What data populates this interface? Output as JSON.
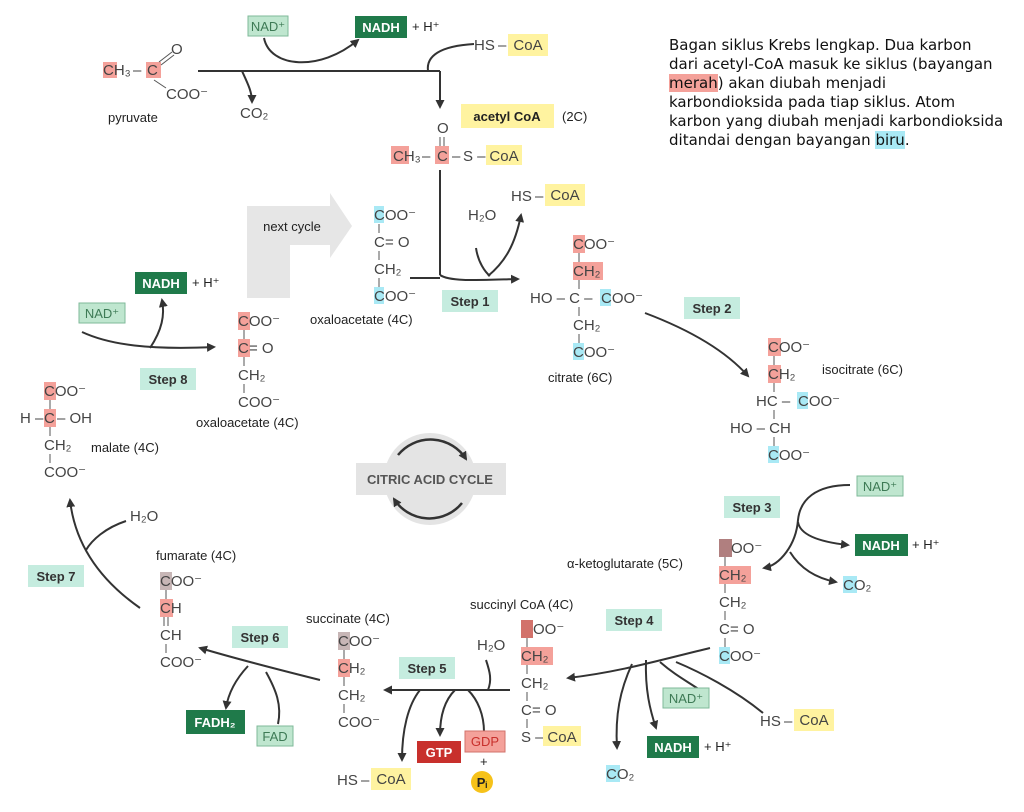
{
  "caption": {
    "part1": "Bagan siklus Krebs lengkap. Dua karbon dari acetyl-CoA masuk ke siklus (bayangan ",
    "red_word": "merah",
    "part2": ") akan diubah menjadi karbondioksida pada tiap siklus. Atom karbon yang diubah menjadi karbondioksida ditandai dengan bayangan ",
    "blue_word": "biru",
    "part3": "."
  },
  "colors": {
    "red_shade": "#f4a19a",
    "blue_shade": "#a9e9f5",
    "step_box": "#c5ecdf",
    "nadh_box": "#1f7a4a",
    "nad_box": "#bfe6cf",
    "gtp_box": "#c8302c",
    "gdp_box": "#f4a19a",
    "coa_box": "#fff3a0",
    "pi_circle": "#f6c21a"
  },
  "diagram": {
    "center": "CITRIC ACID CYCLE",
    "next_cycle": "next cycle",
    "steps": [
      "Step 1",
      "Step 2",
      "Step 3",
      "Step 4",
      "Step 5",
      "Step 6",
      "Step 7",
      "Step 8"
    ],
    "molecules": {
      "pyruvate": "pyruvate",
      "acetyl_coa": "acetyl CoA",
      "acetyl_coa_c": "(2C)",
      "oxaloacetate_top": "oxaloacetate (4C)",
      "citrate": "citrate (6C)",
      "isocitrate": "isocitrate (6C)",
      "akg": "α-ketoglutarate (5C)",
      "succinyl_coa": "succinyl CoA (4C)",
      "succinate": "succinate (4C)",
      "fumarate": "fumarate (4C)",
      "malate": "malate (4C)",
      "oxaloacetate_left": "oxaloacetate (4C)"
    },
    "cofactors": {
      "nad": "NAD⁺",
      "nadh": "NADH",
      "h_plus": "+ H⁺",
      "hs_coa": "HS-CoA",
      "hs": "HS",
      "coa": "CoA",
      "co2": "CO₂",
      "h2o": "H₂O",
      "gtp": "GTP",
      "gdp": "GDP",
      "plus": "+",
      "pi": "Pᵢ",
      "fad": "FAD",
      "fadh2": "FADH₂"
    },
    "formula": {
      "ch3": "CH₃",
      "c": "C",
      "o": "O",
      "coo": "COO⁻",
      "coo_tail": "OO⁻",
      "ch2": "CH₂",
      "ch": "CH",
      "h_tail": "H₂",
      "eq_o": "= O",
      "s_coa": "S – CoA",
      "ho_c": "HO – C –",
      "hc": "HC –",
      "ho_ch": "HO – CH",
      "h_c": "H –",
      "oh": "– OH",
      "s_dash": "S – CoA"
    }
  }
}
